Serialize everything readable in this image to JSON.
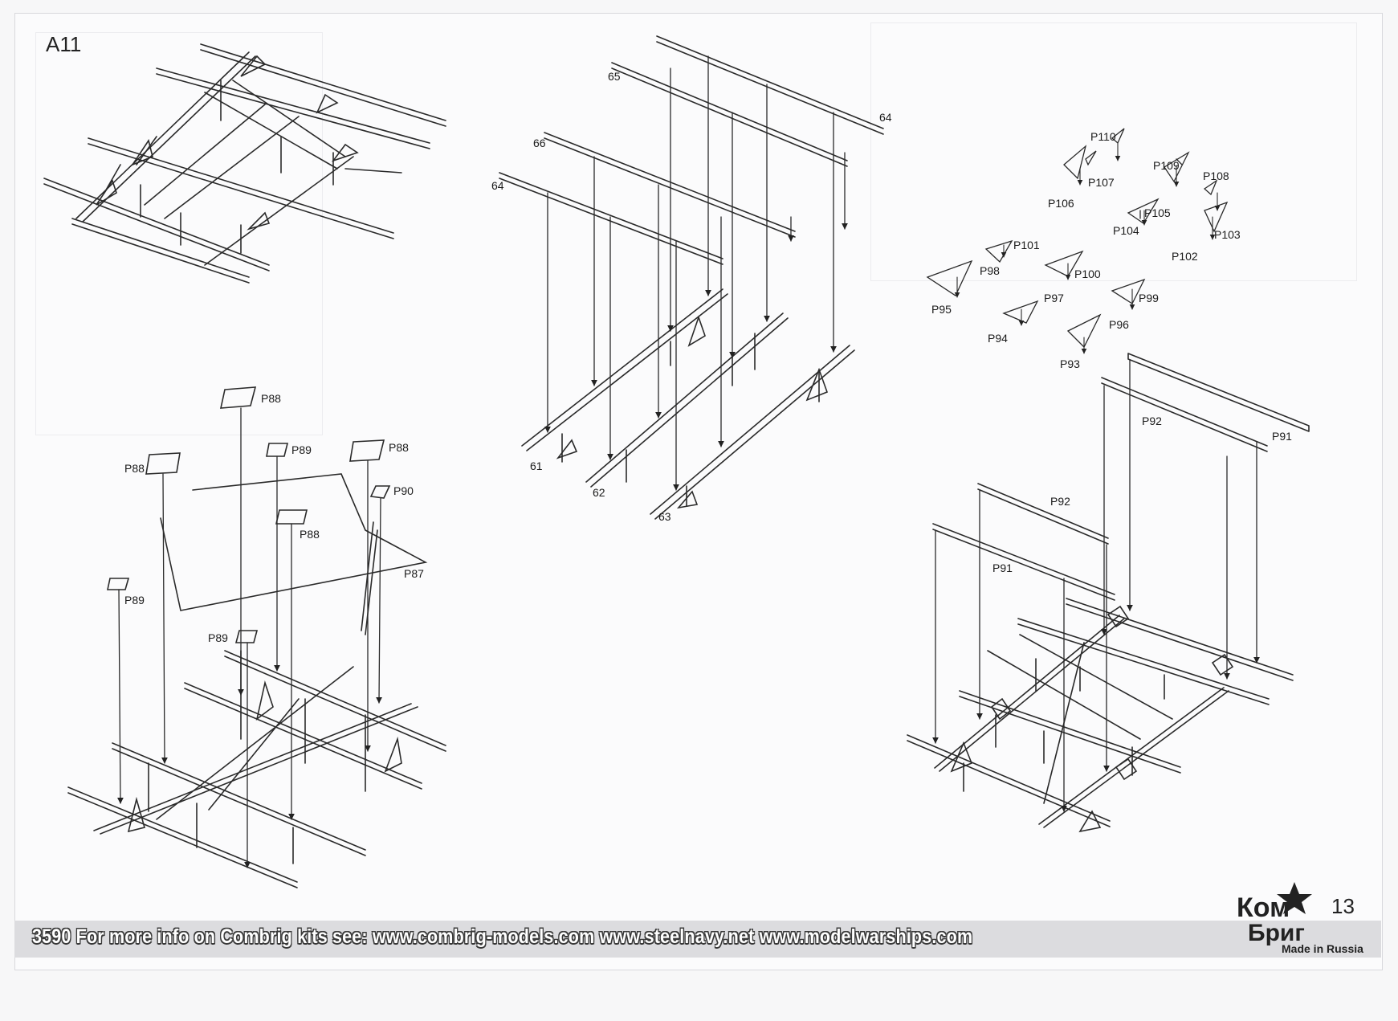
{
  "section_id": "A11",
  "footer": {
    "text": "3590  For more info on Combrig kits see: www.combrig-models.com www.steelnavy.net  www.modelwarships.com"
  },
  "page_number": "13",
  "brand": {
    "line1": "Ком",
    "line2": "Бриг",
    "made_in": "Made in Russia"
  },
  "part_labels": {
    "l65": "65",
    "l64a": "64",
    "l66": "66",
    "l64b": "64",
    "l61": "61",
    "l62": "62",
    "l63": "63",
    "p110": "P110",
    "p109": "P109",
    "p108": "P108",
    "p107": "P107",
    "p106": "P106",
    "p105": "P105",
    "p104": "P104",
    "p103": "P103",
    "p102": "P102",
    "p101": "P101",
    "p98": "P98",
    "p100": "P100",
    "p97": "P97",
    "p95": "P95",
    "p99": "P99",
    "p96": "P96",
    "p94": "P94",
    "p93": "P93",
    "p92a": "P92",
    "p91a": "P91",
    "p92b": "P92",
    "p91b": "P91",
    "p88a": "P88",
    "p89a": "P89",
    "p88b": "P88",
    "p88c": "P88",
    "p90": "P90",
    "p88d": "P88",
    "p87": "P87",
    "p89b": "P89",
    "p89c": "P89"
  },
  "colors": {
    "line": "#2a2a2a",
    "footer_band": "#dcdcdf",
    "ghost": "#e9e9ec"
  }
}
